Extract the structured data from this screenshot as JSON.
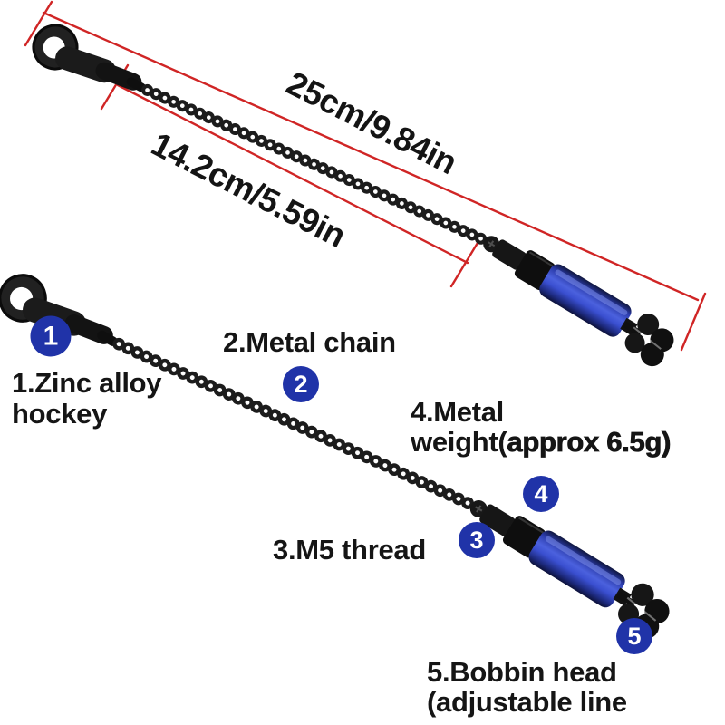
{
  "dimensions": {
    "total": "25cm/9.84in",
    "chain": "14.2cm/5.59in"
  },
  "callouts": [
    {
      "number": "1",
      "lines": [
        "1.Zinc alloy",
        "hockey"
      ]
    },
    {
      "number": "2",
      "lines": [
        "2.Metal chain"
      ]
    },
    {
      "number": "3",
      "lines": [
        "3.M5 thread"
      ]
    },
    {
      "number": "4",
      "line1": "4.Metal",
      "line2_normal": "weight(",
      "line2_emphasis": "approx 6.5g)"
    },
    {
      "number": "5",
      "lines": [
        "5.Bobbin head",
        "(adjustable line"
      ]
    }
  ],
  "colors": {
    "dimension_red": "#d02525",
    "badge_blue": "#2033a8",
    "weight_blue": "#3a4fd0",
    "hardware_black": "#1a1a1a"
  }
}
